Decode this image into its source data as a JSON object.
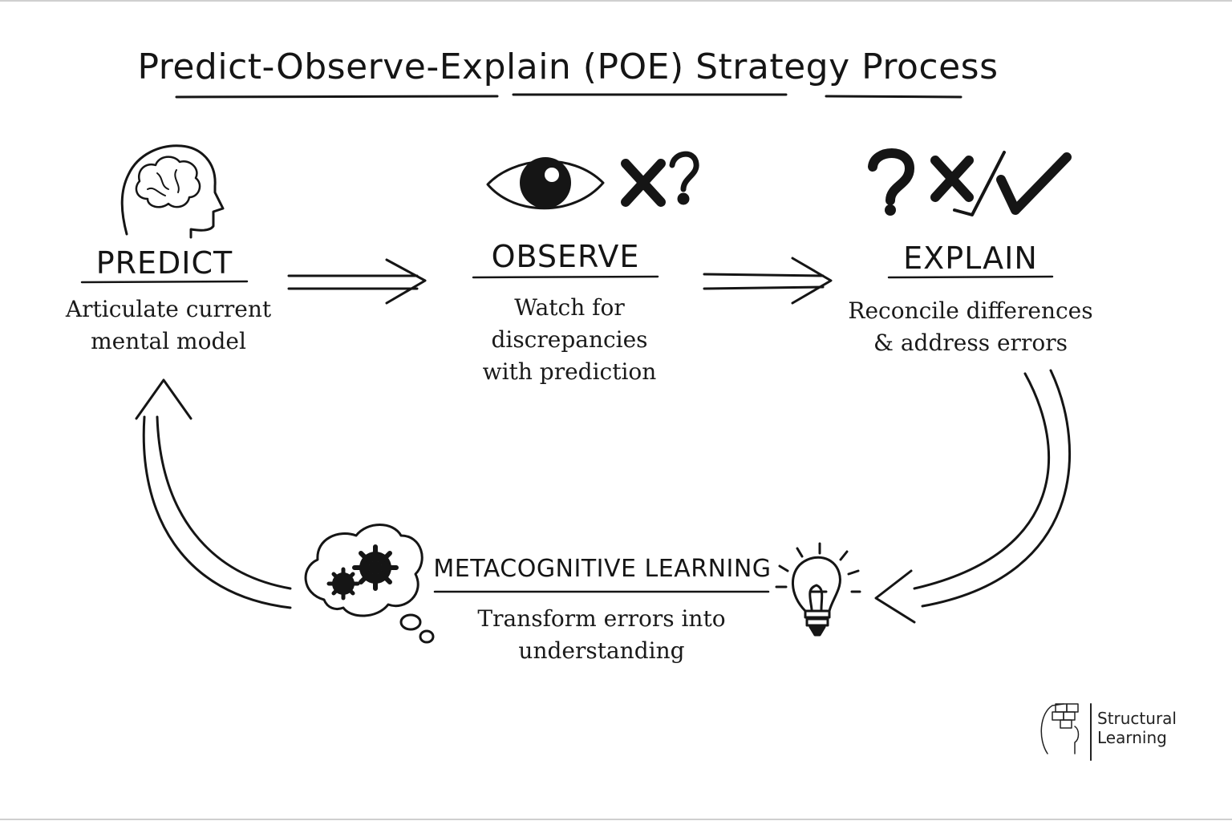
{
  "title": "Predict-Observe-Explain (POE) Strategy Process",
  "stages": [
    {
      "name": "PREDICT",
      "desc_line1": "Articulate current",
      "desc_line2": "mental model",
      "icon": "brain-head-icon"
    },
    {
      "name": "OBSERVE",
      "desc_line1": "Watch for discrepancies",
      "desc_line2": "with prediction",
      "icon": "eye-icon"
    },
    {
      "name": "EXPLAIN",
      "desc_line1": "Reconcile differences",
      "desc_line2": "& address errors",
      "icon": "question-cross-check-icon"
    }
  ],
  "center": {
    "title": "METACOGNITIVE LEARNING",
    "desc_line1": "Transform errors into",
    "desc_line2": "understanding"
  },
  "brand": {
    "line1": "Structural",
    "line2": "Learning"
  },
  "colors": {
    "ink": "#151515",
    "background": "#ffffff"
  }
}
